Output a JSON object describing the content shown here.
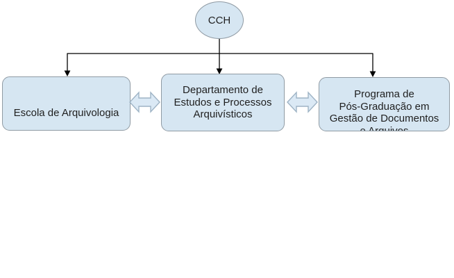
{
  "diagram": {
    "type": "org-chart",
    "root": {
      "label": "CCH"
    },
    "nodes": [
      {
        "lines": [
          "Escola de Arquivologia"
        ]
      },
      {
        "lines": [
          "Departamento de",
          "Estudos e Processos",
          "Arquivísticos"
        ]
      },
      {
        "lines": [
          "Programa de",
          "Pós-Graduação em",
          "Gestão de Documentos",
          "e Arquivos"
        ]
      }
    ],
    "colors": {
      "background": "#ffffff",
      "node_fill": "#d6e6f2",
      "node_border": "#8f9aa3",
      "arrow_fill": "#dbe9f5",
      "arrow_border": "#9eb3c5",
      "connector": "#000000",
      "text": "#1f1f1f"
    }
  }
}
